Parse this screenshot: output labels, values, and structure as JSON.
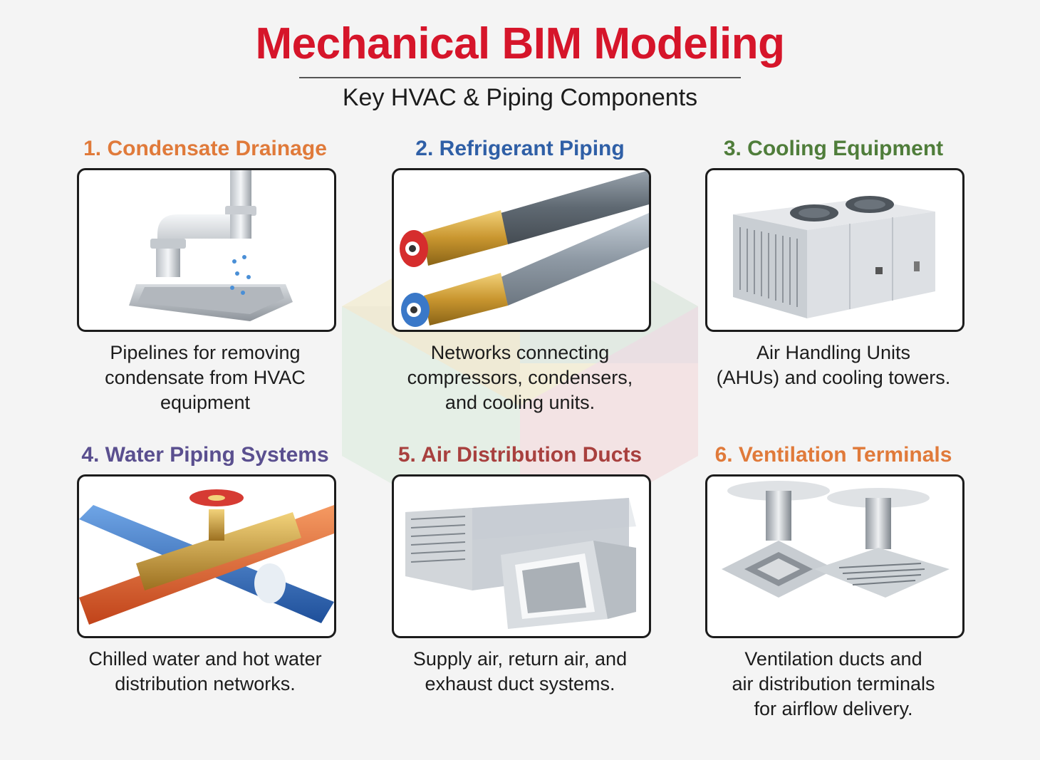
{
  "header": {
    "title": "Mechanical BIM Modeling",
    "subtitle": "Key HVAC & Piping Components"
  },
  "cards": [
    {
      "title": "1.  Condensate Drainage",
      "color": "#e07a3a",
      "icon": "condensate-drain-pipe-icon",
      "description": [
        "Pipelines for removing",
        "condensate from HVAC",
        "equipment"
      ]
    },
    {
      "title": "2. Refrigerant Piping",
      "color": "#2f5fa6",
      "icon": "refrigerant-pipe-icon",
      "description": [
        "Networks connecting",
        "compressors, condensers,",
        "and cooling units."
      ]
    },
    {
      "title": "3. Cooling Equipment",
      "color": "#4f7d3a",
      "icon": "cooling-unit-icon",
      "description": [
        "Air Handling Units",
        "(AHUs) and cooling towers."
      ]
    },
    {
      "title": "4. Water Piping Systems",
      "color": "#5a4f8f",
      "icon": "water-pipe-valve-icon",
      "description": [
        "Chilled water and hot water",
        "distribution networks."
      ]
    },
    {
      "title": "5. Air Distribution Ducts",
      "color": "#a8403e",
      "icon": "air-duct-icon",
      "description": [
        "Supply air, return air, and",
        "exhaust duct systems."
      ]
    },
    {
      "title": "6. Ventilation Terminals",
      "color": "#e07a3a",
      "icon": "ceiling-diffuser-icon",
      "description": [
        "Ventilation ducts and",
        "air distribution terminals",
        "for airflow delivery."
      ]
    }
  ]
}
